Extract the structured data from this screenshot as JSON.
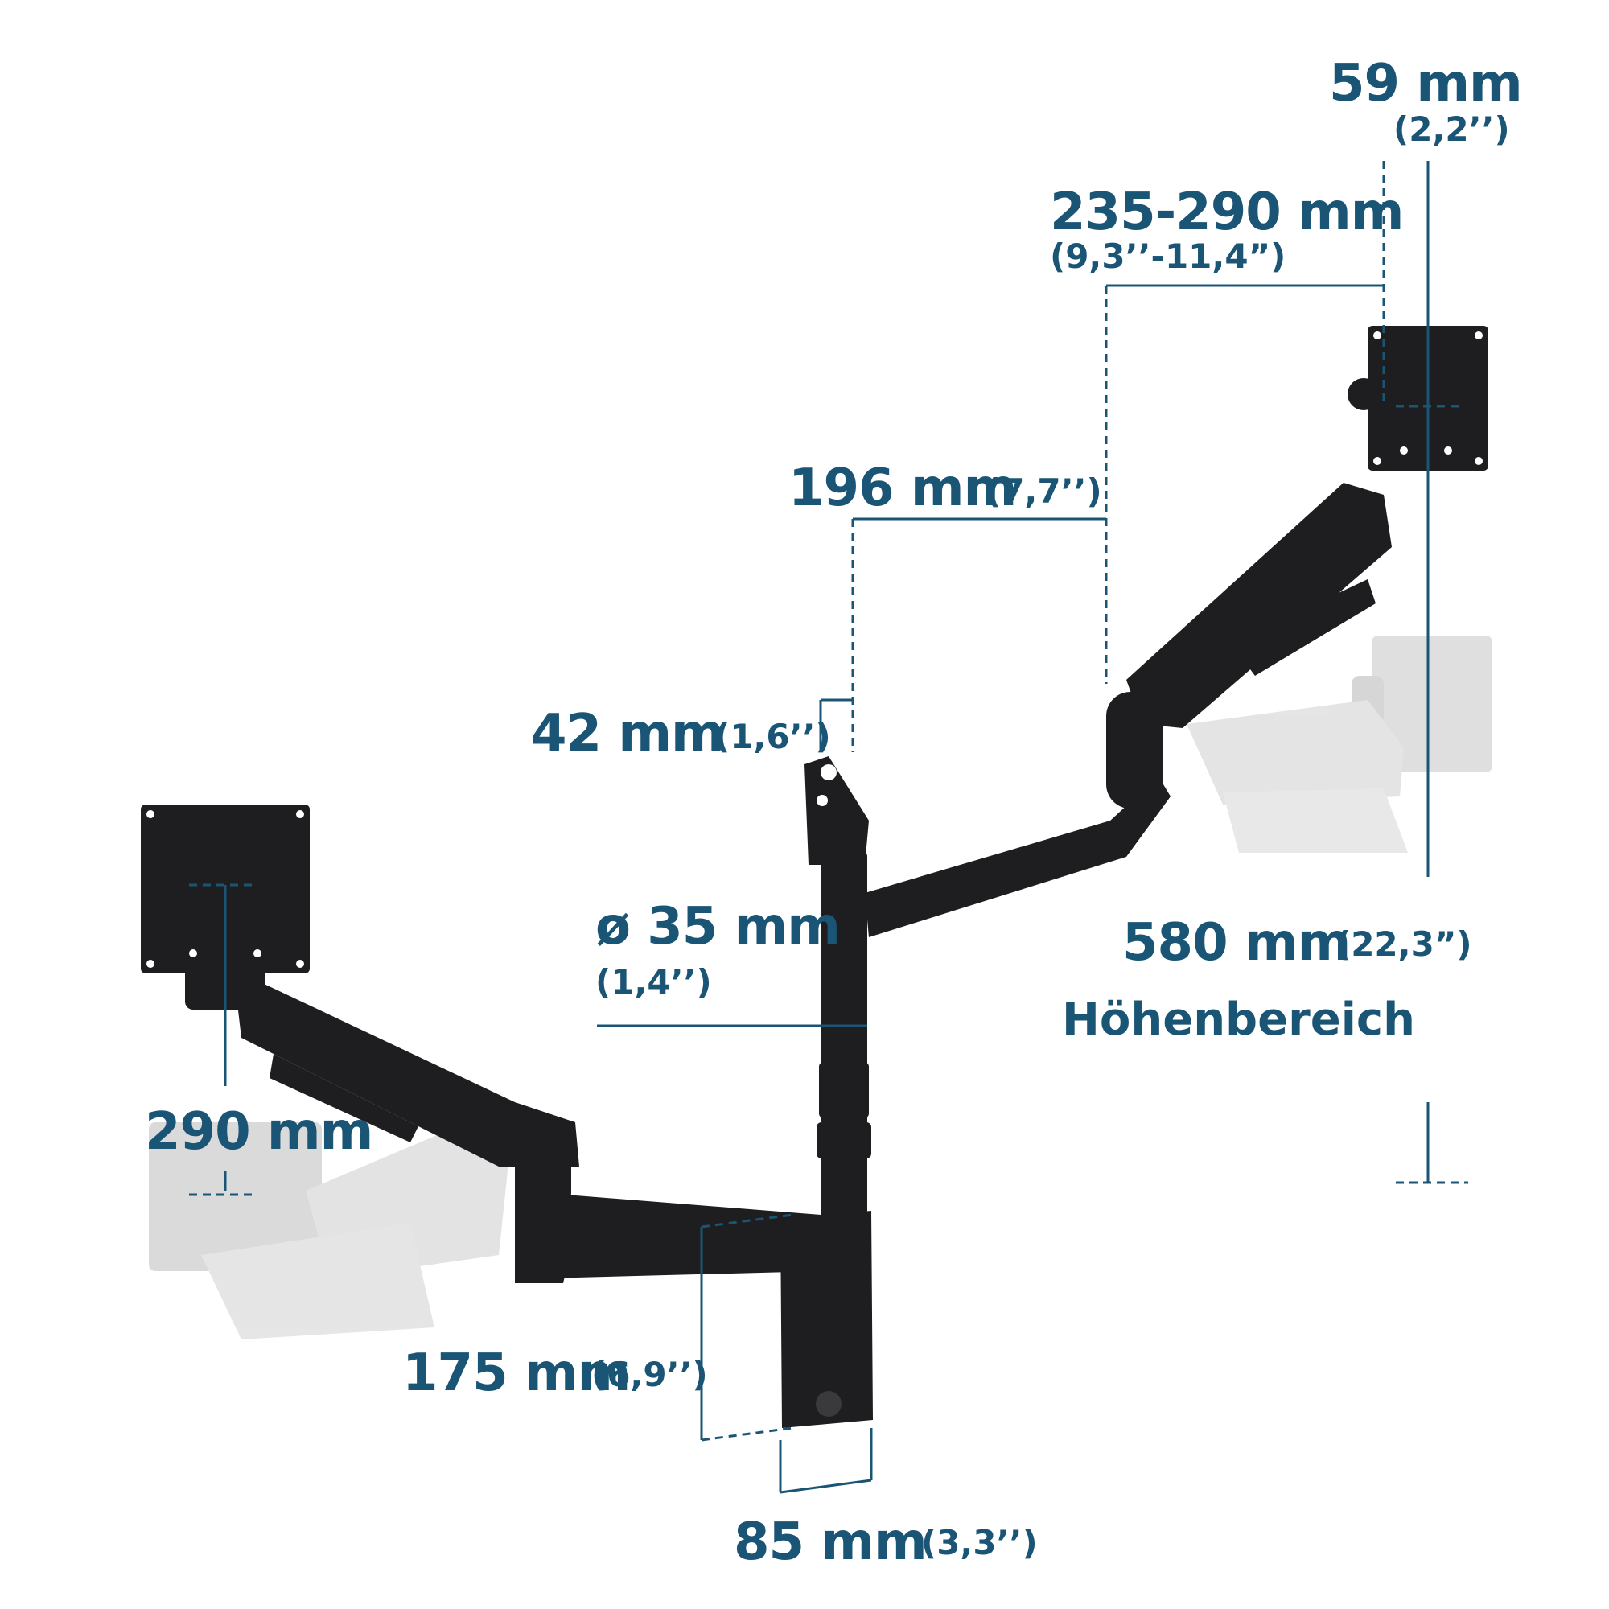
{
  "colors": {
    "accent": "#1b5575",
    "mount_dark": "#1e1e20",
    "ghost": "#d9d9d9"
  },
  "labels": {
    "top_plate_offset": {
      "value": "59 mm",
      "imperial": "(2,2’’)"
    },
    "upper_arm_reach": {
      "value": "235-290 mm",
      "imperial": "(9,3’’-11,4”)"
    },
    "lower_arm_reach_right": {
      "value": "196 mm",
      "imperial": "(7,7’’)"
    },
    "clamp_height": {
      "value": "42 mm",
      "imperial": "(1,6’’)"
    },
    "pole_diameter": {
      "value": "ø 35 mm",
      "imperial": "(1,4’’)"
    },
    "height_range": {
      "value": "580 mm",
      "imperial": "(22,3”)",
      "caption": "Höhenbereich"
    },
    "left_tilt": {
      "value": "290 mm"
    },
    "lower_arm_left": {
      "value": "175 mm",
      "imperial": "(6,9’’)"
    },
    "base_width": {
      "value": "85 mm",
      "imperial": "(3,3’’)"
    }
  }
}
